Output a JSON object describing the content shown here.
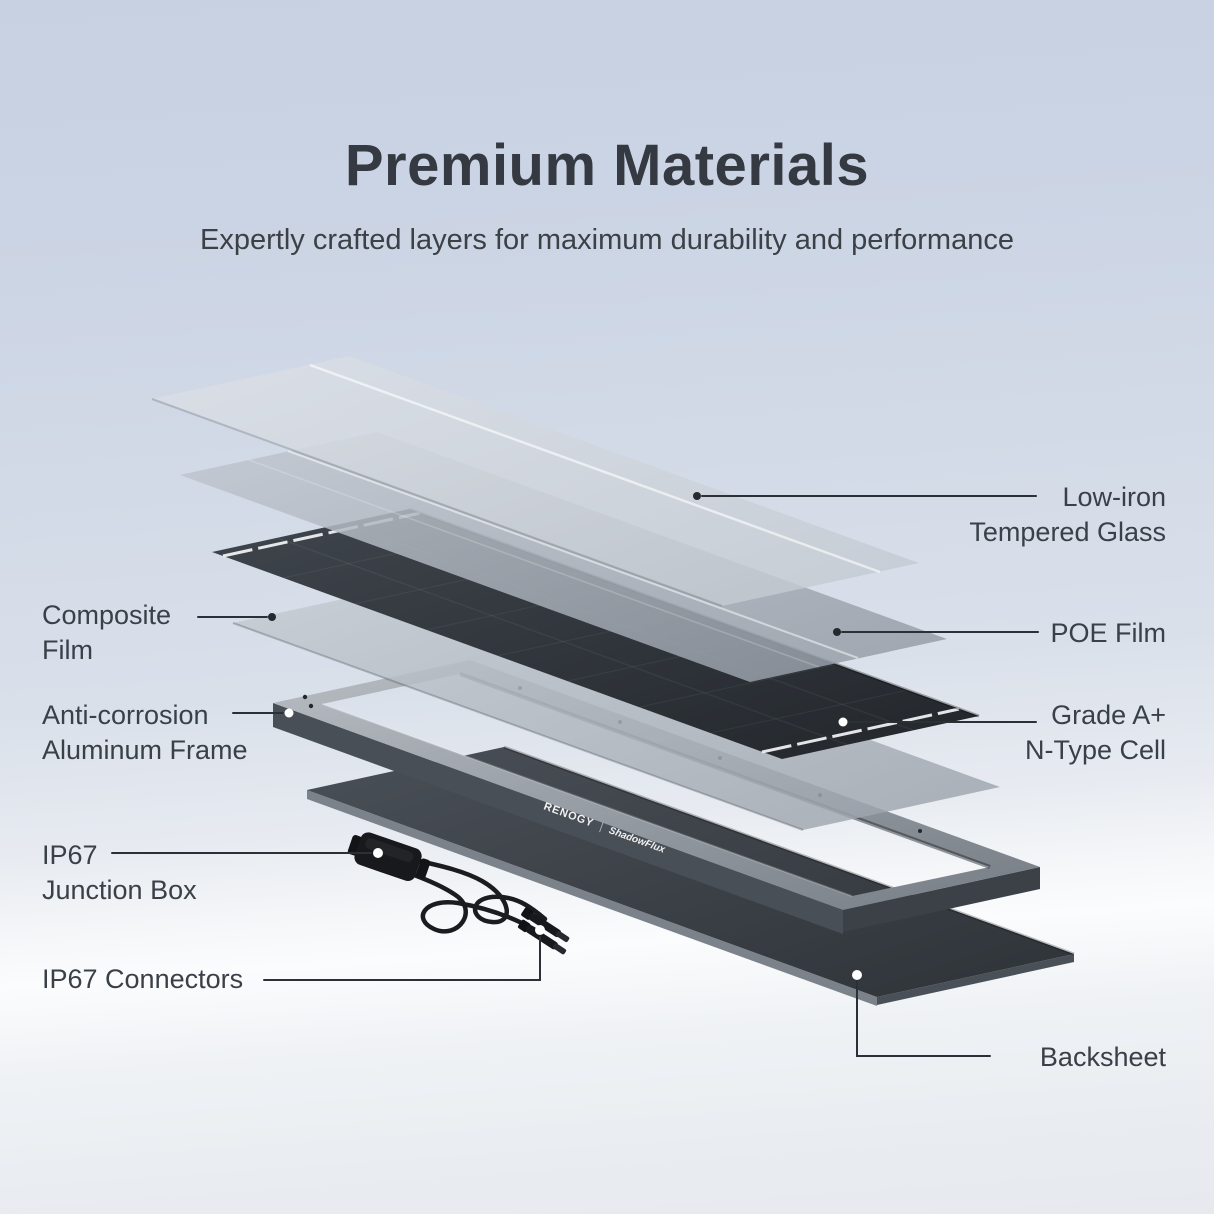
{
  "header": {
    "title": "Premium Materials",
    "subtitle": "Expertly crafted layers for maximum durability and performance"
  },
  "diagram": {
    "panel_logo": {
      "brand": "RENOGY",
      "divider": "|",
      "model": "ShadowFlux"
    },
    "labels": {
      "tempered_glass": {
        "text": "Low-iron\nTempered Glass",
        "side": "right"
      },
      "poe_film": {
        "text": "POE Film",
        "side": "right"
      },
      "n_type_cell": {
        "text": "Grade A+\nN-Type Cell",
        "side": "right"
      },
      "backsheet": {
        "text": "Backsheet",
        "side": "right"
      },
      "composite_film": {
        "text": "Composite\nFilm",
        "side": "left"
      },
      "aluminum_frame": {
        "text": "Anti-corrosion\nAluminum Frame",
        "side": "left"
      },
      "junction_box": {
        "text": "IP67\nJunction Box",
        "side": "left"
      },
      "connectors": {
        "text": "IP67 Connectors",
        "side": "left"
      }
    },
    "layer_stack_top_to_bottom": [
      "Low-iron Tempered Glass",
      "POE Film",
      "Grade A+ N-Type Cell",
      "Composite Film",
      "Anti-corrosion Aluminum Frame",
      "Backsheet"
    ],
    "attached_parts": [
      "IP67 Junction Box",
      "IP67 Connectors"
    ],
    "colors": {
      "background_top": "#c8d2e2",
      "background_floor": "#f3f5f7",
      "title_text": "#353a42",
      "label_text": "#3a4048",
      "leader_line": "#2b3036",
      "glass": "#ccd1d8",
      "poe_film": "#a9b0ba",
      "solar_cell": "#2e3339",
      "composite_film": "#b4bac2",
      "frame": "#8d939b",
      "backsheet": "#3a3f45",
      "hardware": "#17191c",
      "logo_text": "#ffffff"
    }
  }
}
